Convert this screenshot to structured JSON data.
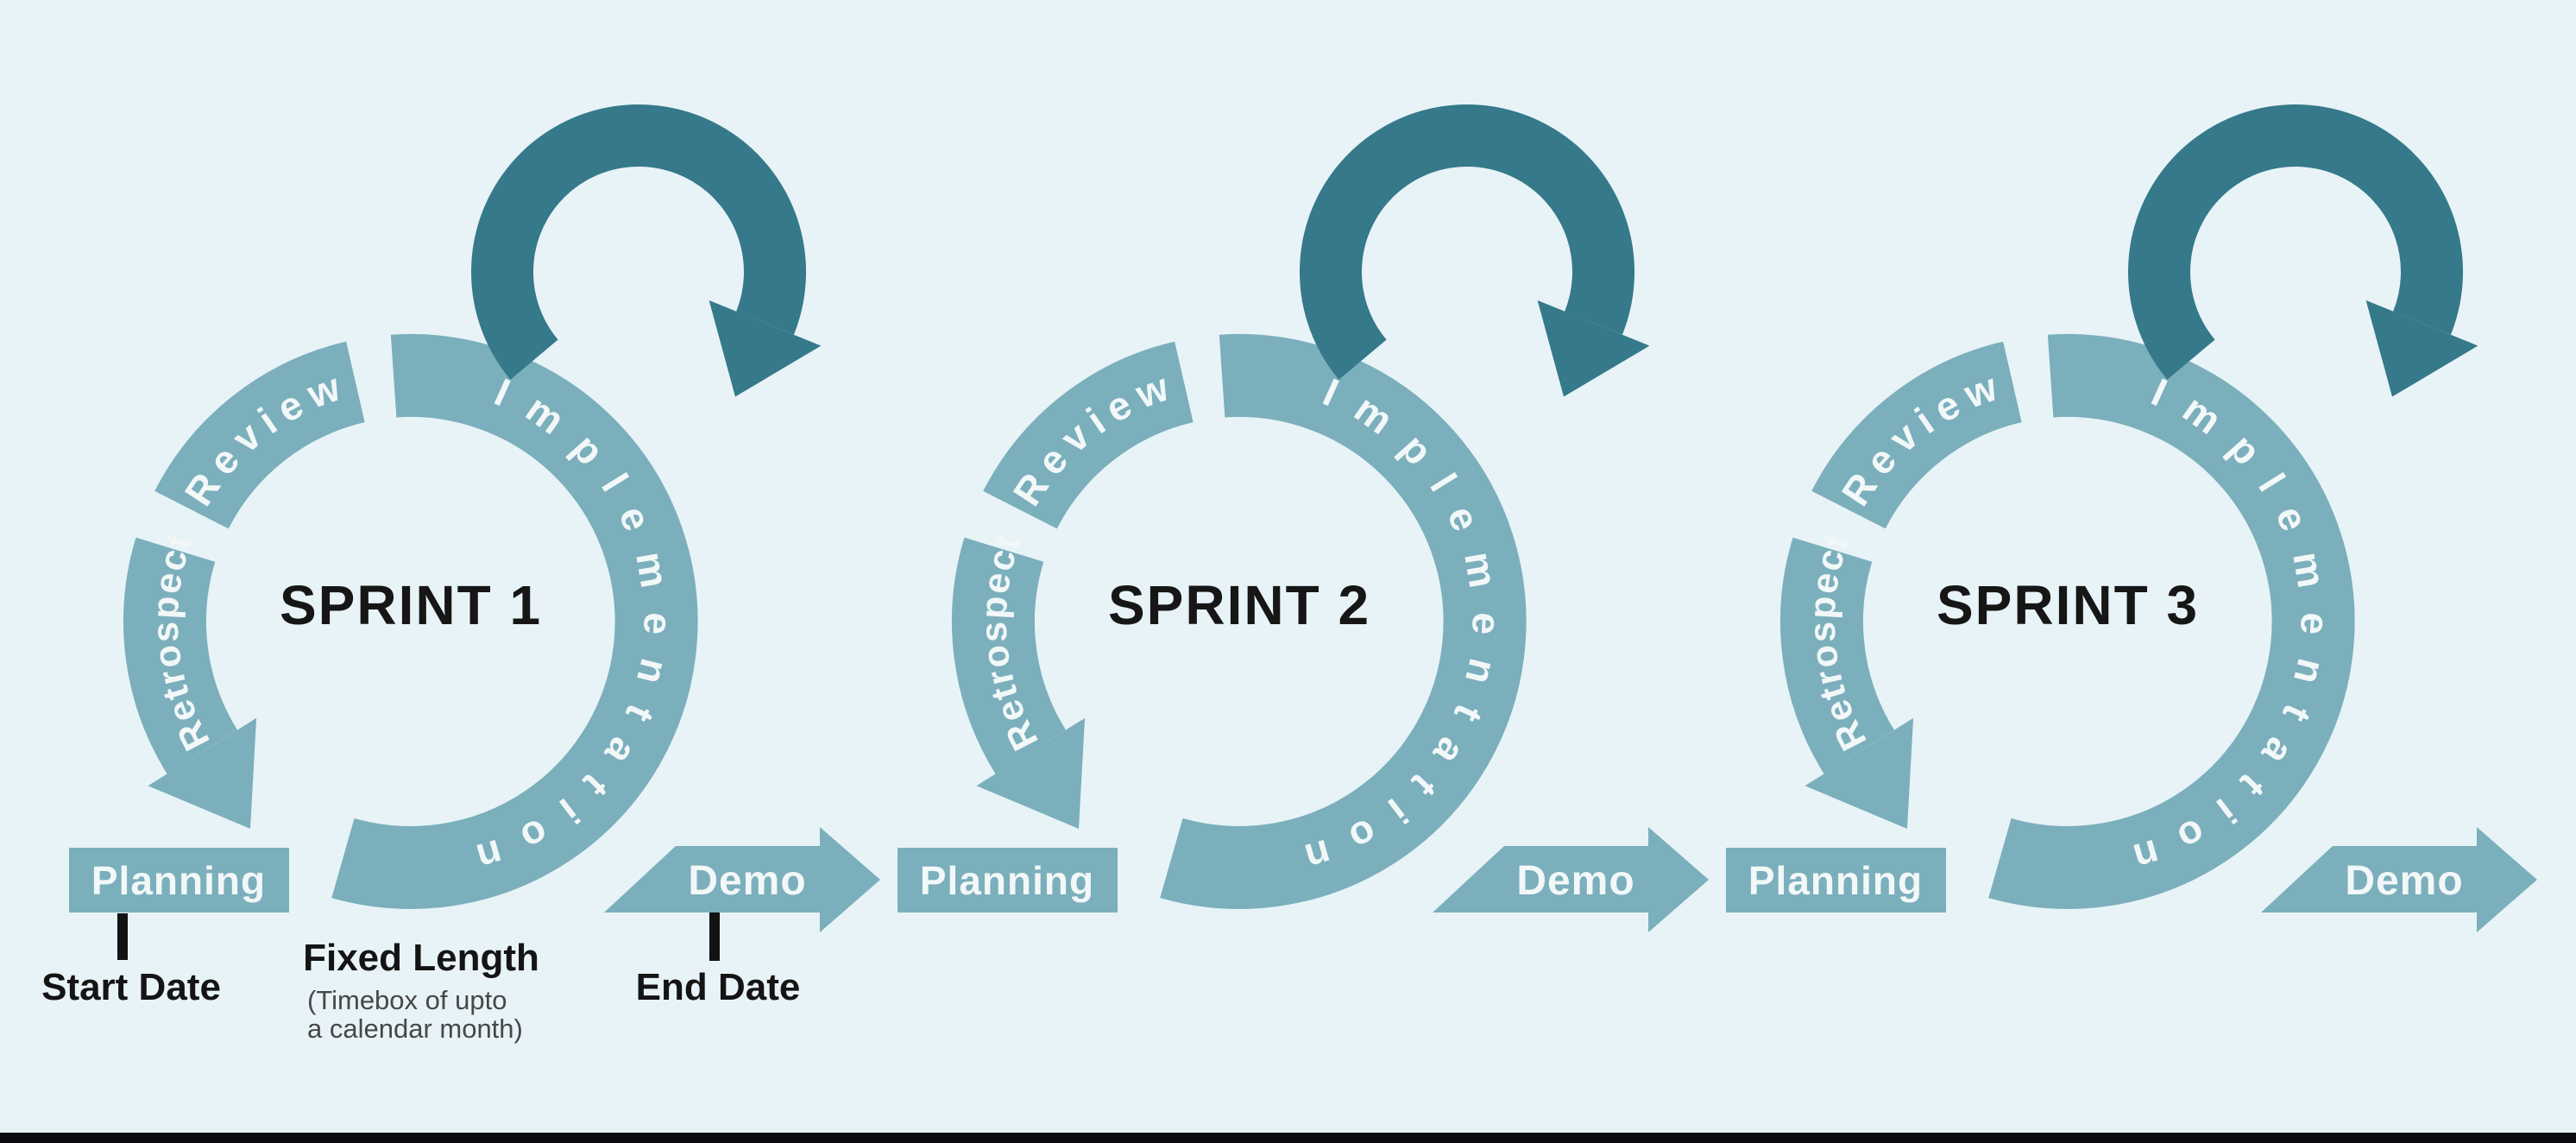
{
  "page": {
    "background_color": "#e8f3f7",
    "bottom_bar_color": "#0b0c10"
  },
  "colors": {
    "arc_light": "#7bafbc",
    "arc_dark": "#35798a",
    "text_on_teal": "#f2f7f8",
    "title_text": "#161616",
    "annotation_text": "#141414",
    "note_text": "#474747",
    "tick_color": "#131313"
  },
  "sprints": [
    {
      "title": "SPRINT 1",
      "review_label": "Review",
      "retrospect_label": "Retrospect",
      "implementation_label": "Implementation",
      "planning_label": "Planning",
      "demo_label": "Demo"
    },
    {
      "title": "SPRINT 2",
      "review_label": "Review",
      "retrospect_label": "Retrospect",
      "implementation_label": "Implementation",
      "planning_label": "Planning",
      "demo_label": "Demo"
    },
    {
      "title": "SPRINT 3",
      "review_label": "Review",
      "retrospect_label": "Retrospect",
      "implementation_label": "Implementation",
      "planning_label": "Planning",
      "demo_label": "Demo"
    }
  ],
  "annotations": {
    "start_date_label": "Start Date",
    "end_date_label": "End Date",
    "fixed_length_title": "Fixed Length",
    "fixed_length_note_line1": "(Timebox of upto",
    "fixed_length_note_line2": "a calendar month)"
  }
}
